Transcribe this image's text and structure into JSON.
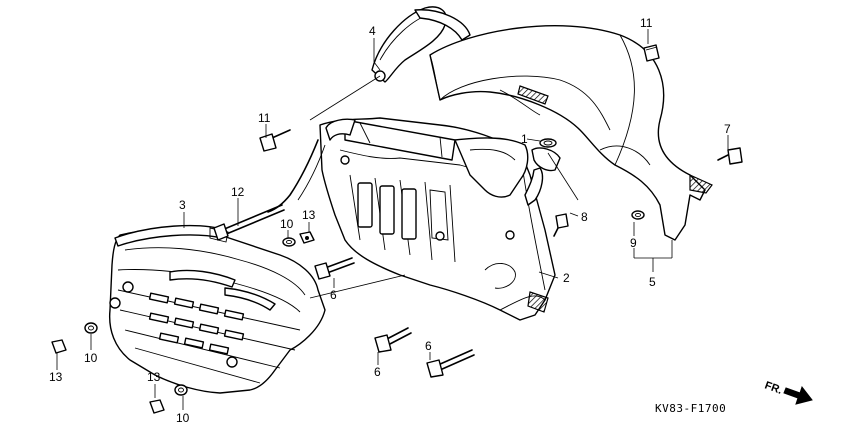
{
  "diagram": {
    "code": "KV83-F1700",
    "direction_label": "FR.",
    "callouts": {
      "c1": "1",
      "c2": "2",
      "c3": "3",
      "c4": "4",
      "c5": "5",
      "c6a": "6",
      "c6b": "6",
      "c6c": "6",
      "c7": "7",
      "c8": "8",
      "c9": "9",
      "c10a": "10",
      "c10b": "10",
      "c10c": "10",
      "c11a": "11",
      "c11b": "11",
      "c12": "12",
      "c13a": "13",
      "c13b": "13",
      "c13c": "13"
    }
  }
}
